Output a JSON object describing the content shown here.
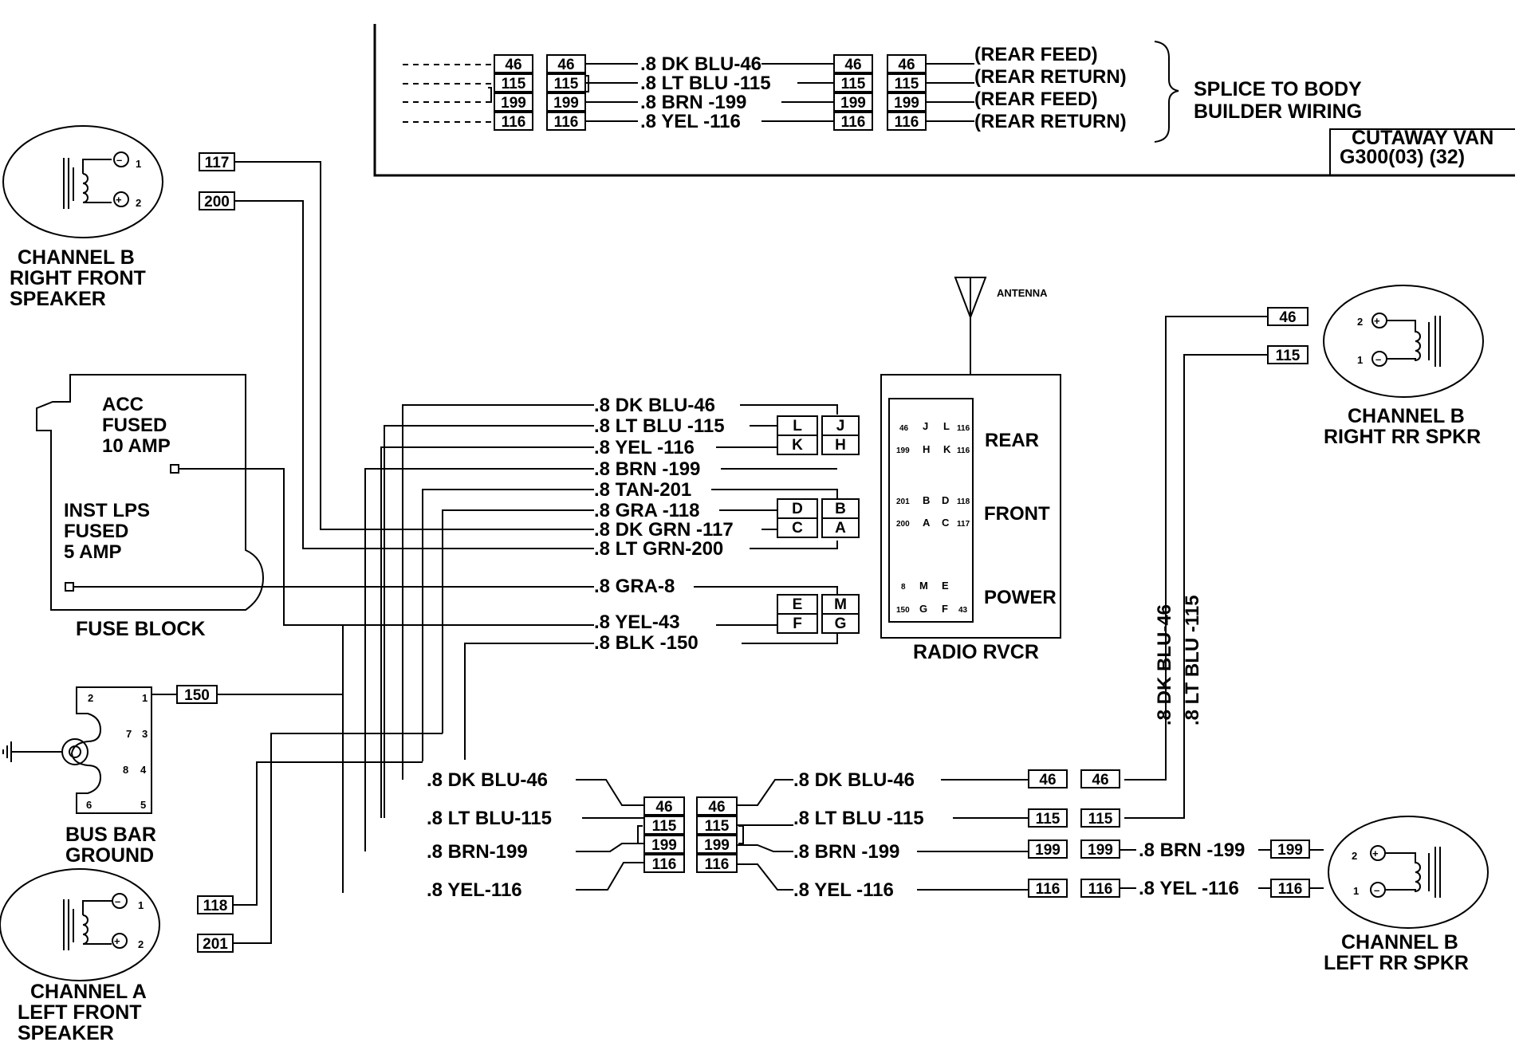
{
  "top_splice": {
    "rows": [
      {
        "code": "46",
        "wire": ".8  DK  BLU-46",
        "note": "(REAR  FEED)"
      },
      {
        "code": "115",
        "wire": ".8  LT  BLU -115",
        "note": "(REAR  RETURN)"
      },
      {
        "code": "199",
        "wire": ".8  BRN -199",
        "note": "(REAR  FEED)"
      },
      {
        "code": "116",
        "wire": ".8  YEL -116",
        "note": "(REAR  RETURN)"
      }
    ],
    "splice_line1": "SPLICE  TO  BODY",
    "splice_line2": "BUILDER  WIRING",
    "cutaway_line1": "CUTAWAY  VAN",
    "cutaway_line2": "G300(03)  (32)"
  },
  "speakers": {
    "rf": {
      "line1": "CHANNEL  B",
      "line2": "RIGHT  FRONT",
      "line3": "SPEAKER",
      "t1": "1",
      "t2": "2"
    },
    "lf": {
      "line1": "CHANNEL  A",
      "line2": "LEFT  FRONT",
      "line3": "SPEAKER",
      "t1": "1",
      "t2": "2"
    },
    "rr": {
      "line1": "CHANNEL  B",
      "line2": "RIGHT  RR  SPKR",
      "t1": "1",
      "t2": "2"
    },
    "lr": {
      "line1": "CHANNEL  B",
      "line2": "LEFT  RR  SPKR",
      "t1": "1",
      "t2": "2"
    }
  },
  "connectors": {
    "c117": "117",
    "c200": "200",
    "c150": "150",
    "c118": "118",
    "c201": "201",
    "rr46": "46",
    "rr115": "115",
    "lr199": "199",
    "lr116": "116"
  },
  "fuse_block": {
    "acc1": "ACC",
    "acc2": "FUSED",
    "acc3": "10  AMP",
    "inst1": "INST  LPS",
    "inst2": "FUSED",
    "inst3": "5  AMP",
    "label": "FUSE  BLOCK"
  },
  "bus_bar": {
    "p1": "1",
    "p2": "2",
    "p3": "3",
    "p4": "4",
    "p5": "5",
    "p6": "6",
    "p7": "7",
    "p8": "8",
    "line1": "BUS  BAR",
    "line2": "GROUND"
  },
  "radio": {
    "antenna": "ANTENNA",
    "rear": "REAR",
    "front": "FRONT",
    "power": "POWER",
    "label": "RADIO  RVCR",
    "pins": {
      "j": "J",
      "l": "L",
      "h": "H",
      "k": "K",
      "b": "B",
      "d": "D",
      "a": "A",
      "c": "C",
      "m": "M",
      "e": "E",
      "g": "G",
      "f": "F",
      "n46": "46",
      "n116a": "116",
      "n199": "199",
      "n116b": "116",
      "n201": "201",
      "n118": "118",
      "n200": "200",
      "n117": "117",
      "n8": "8",
      "n150": "150",
      "n43": "43"
    }
  },
  "radio_wires": [
    ".8  DK  BLU-46",
    ".8  LT  BLU -115",
    ".8  YEL -116",
    ".8  BRN -199",
    ".8  TAN-201",
    ".8  GRA -118",
    ".8  DK  GRN -117",
    ".8  LT  GRN-200",
    ".8  GRA-8",
    ".8  YEL-43",
    ".8  BLK -150"
  ],
  "radio_conn_pins": {
    "r1a": "L",
    "r1b": "J",
    "r2a": "K",
    "r2b": "H",
    "f1a": "D",
    "f1b": "B",
    "f2a": "C",
    "f2b": "A",
    "p1a": "E",
    "p1b": "M",
    "p2a": "F",
    "p2b": "G"
  },
  "bottom_left_wires": [
    ".8  DK  BLU-46",
    ".8  LT  BLU-115",
    ".8  BRN-199",
    ".8  YEL-116"
  ],
  "bottom_mid_codes": [
    "46",
    "115",
    "199",
    "116"
  ],
  "bottom_right_wires": [
    ".8  DK  BLU-46",
    ".8  LT  BLU -115",
    ".8  BRN -199",
    ".8  YEL -116"
  ],
  "right_conn": {
    "c46": "46",
    "c115": "115",
    "c199": "199",
    "c116": "116"
  },
  "lr_wires": [
    ".8  BRN -199",
    ".8  YEL -116"
  ],
  "vertical_wires": {
    "dk": ".8  DK  BLU-46",
    "lt": ".8  LT  BLU -115"
  }
}
